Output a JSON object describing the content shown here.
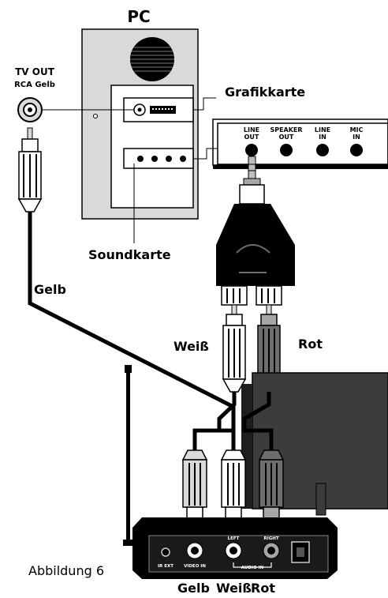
{
  "pc": {
    "title": "PC",
    "graphics_card_label": "Grafikkarte",
    "sound_card_label": "Soundkarte"
  },
  "tv_out": {
    "line1": "TV OUT",
    "line2": "RCA Gelb"
  },
  "sound_panel": {
    "ports": [
      {
        "line1": "LINE",
        "line2": "OUT"
      },
      {
        "line1": "SPEAKER",
        "line2": "OUT"
      },
      {
        "line1": "LINE",
        "line2": "IN"
      },
      {
        "line1": "MIC",
        "line2": "IN"
      }
    ]
  },
  "cables": {
    "yellow": "Gelb",
    "white": "Weiß",
    "red": "Rot"
  },
  "transmitter": {
    "ir_ext": "IR EXT",
    "video_in": "VIDEO IN",
    "left": "LEFT",
    "right": "RIGHT",
    "audio_in": "AUDIO IN"
  },
  "bottom_labels": {
    "yellow": "Gelb",
    "white": "Weiß",
    "red": "Rot"
  },
  "caption": "Abbildung 6",
  "colors": {
    "ink": "#000000",
    "light_gray": "#d9d9d9",
    "mid_gray": "#a6a6a6",
    "dark_gray": "#6e6e6e",
    "box_dark": "#3c3c3c"
  }
}
